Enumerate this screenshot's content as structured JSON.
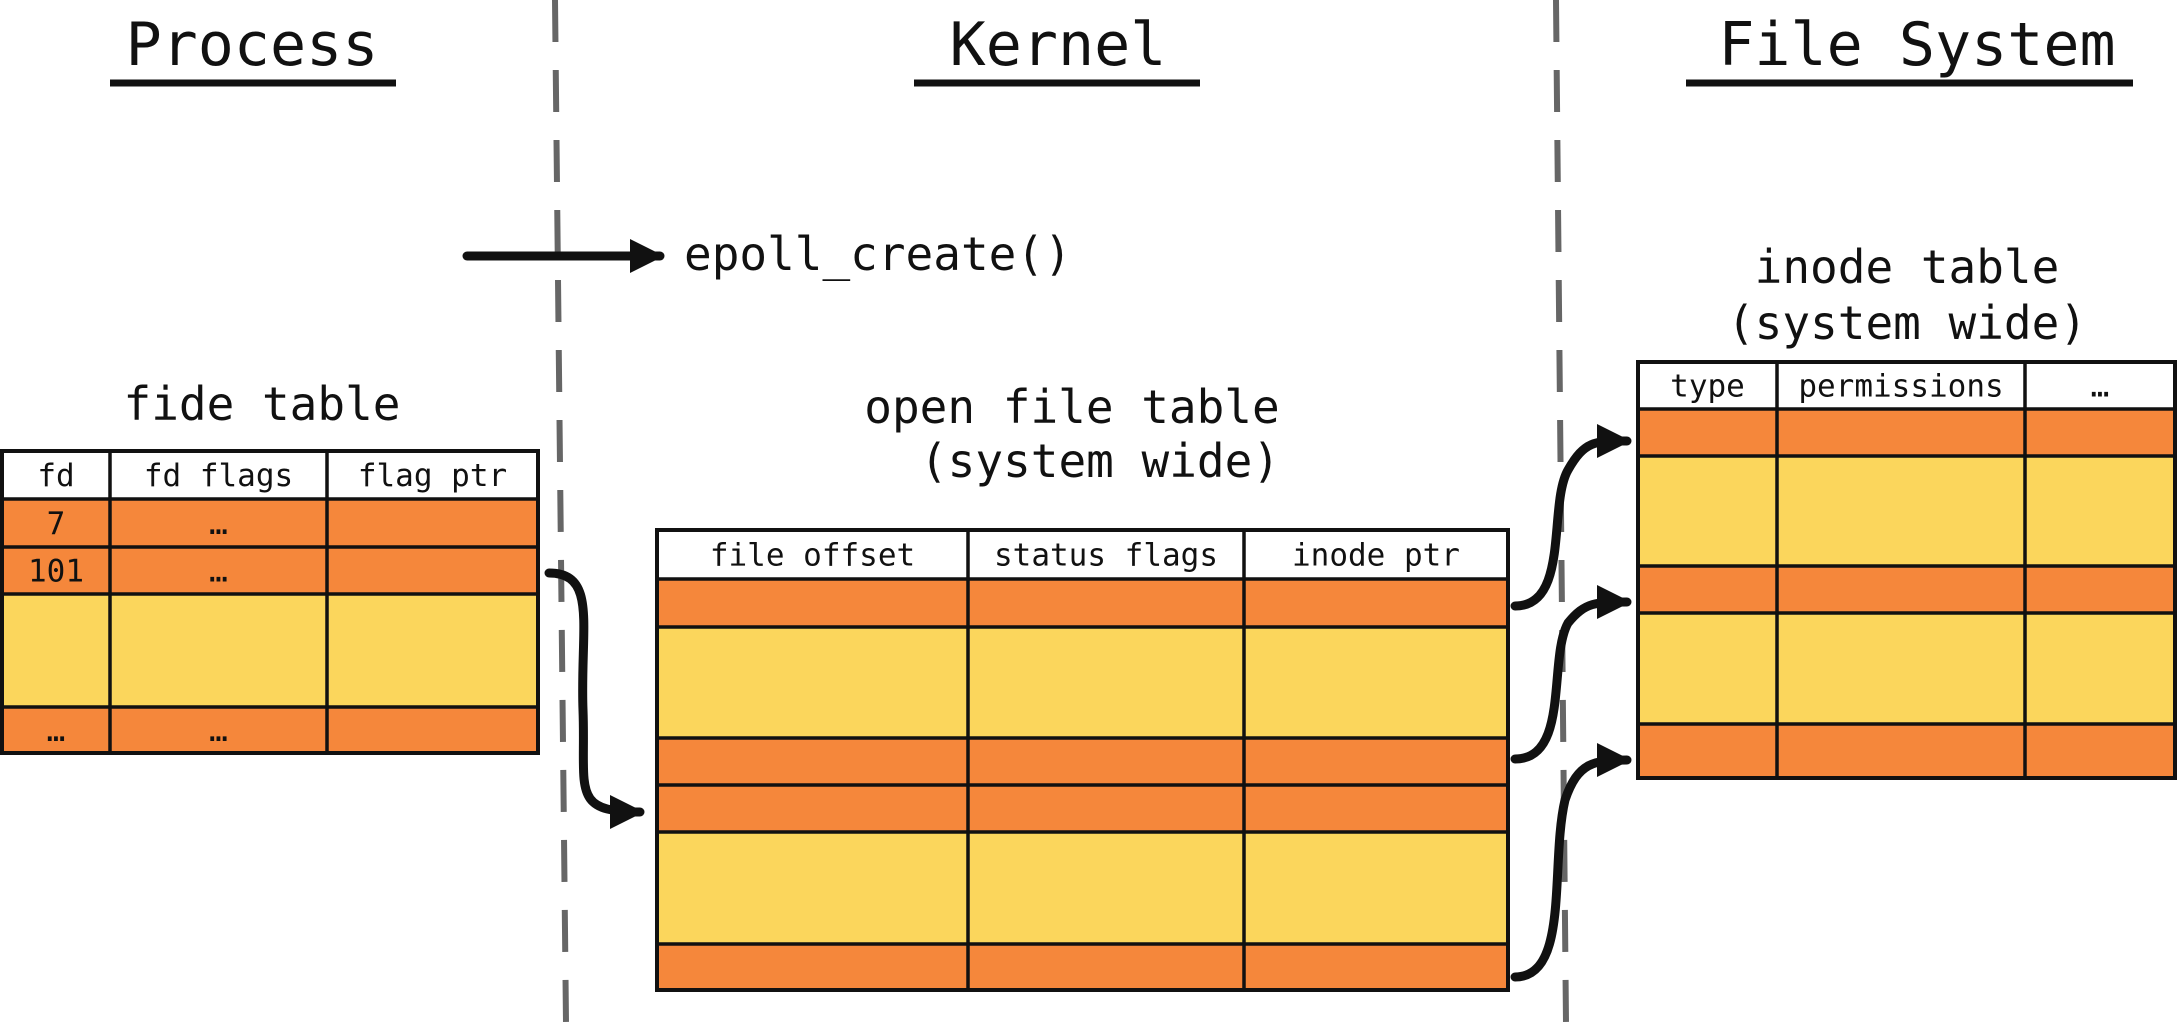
{
  "colors": {
    "header_fill": "#ffffff",
    "orange_row": "#f5873b",
    "yellow_row": "#fbd65c",
    "line": "#111111",
    "divider": "#666666"
  },
  "sections": {
    "process": "Process",
    "kernel": "Kernel",
    "file_system": "File System"
  },
  "call": {
    "label": "epoll_create()"
  },
  "fd_table": {
    "title": "fide table",
    "columns": [
      "fd",
      "fd flags",
      "flag ptr"
    ],
    "rows": [
      {
        "color": "orange",
        "cells": [
          "7",
          "…",
          ""
        ]
      },
      {
        "color": "orange",
        "cells": [
          "101",
          "…",
          ""
        ]
      },
      {
        "color": "yellow",
        "cells": [
          "",
          "",
          ""
        ]
      },
      {
        "color": "orange",
        "cells": [
          "…",
          "…",
          ""
        ]
      }
    ]
  },
  "open_file_table": {
    "title_line1": "open file table",
    "title_line2": "(system wide)",
    "columns": [
      "file offset",
      "status flags",
      "inode ptr"
    ],
    "rows": [
      {
        "color": "orange",
        "cells": [
          "",
          "",
          ""
        ]
      },
      {
        "color": "yellow",
        "cells": [
          "",
          "",
          ""
        ]
      },
      {
        "color": "orange",
        "cells": [
          "",
          "",
          ""
        ]
      },
      {
        "color": "orange",
        "cells": [
          "",
          "",
          ""
        ]
      },
      {
        "color": "yellow",
        "cells": [
          "",
          "",
          ""
        ]
      },
      {
        "color": "orange",
        "cells": [
          "",
          "",
          ""
        ]
      }
    ]
  },
  "inode_table": {
    "title_line1": "inode table",
    "title_line2": "(system wide)",
    "columns": [
      "type",
      "permissions",
      "…"
    ],
    "rows": [
      {
        "color": "orange",
        "cells": [
          "",
          "",
          ""
        ]
      },
      {
        "color": "yellow",
        "cells": [
          "",
          "",
          ""
        ]
      },
      {
        "color": "orange",
        "cells": [
          "",
          "",
          ""
        ]
      },
      {
        "color": "yellow",
        "cells": [
          "",
          "",
          ""
        ]
      },
      {
        "color": "orange",
        "cells": [
          "",
          "",
          ""
        ]
      }
    ]
  },
  "arrows": [
    {
      "from": "epoll_create call",
      "to": "kernel"
    },
    {
      "from": "fd_table row 101",
      "to": "open_file_table row 4"
    },
    {
      "from": "open_file_table row 1",
      "to": "inode_table row 1"
    },
    {
      "from": "open_file_table row 3",
      "to": "inode_table row 3"
    },
    {
      "from": "open_file_table row 6",
      "to": "inode_table row 5"
    }
  ]
}
